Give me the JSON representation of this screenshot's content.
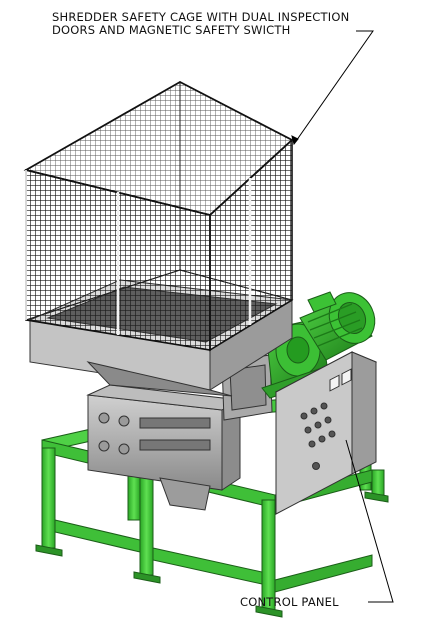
{
  "callouts": {
    "cage_line1": "SHREDDER SAFETY CAGE WITH DUAL INSPECTION",
    "cage_line2": "DOORS AND MAGNETIC SAFETY SWICTH",
    "control_panel": "CONTROL PANEL"
  },
  "colors": {
    "frame_green": "#3fc43a",
    "frame_green_dark": "#1f7d1c",
    "motor_green": "#2f9e2a",
    "steel_gray": "#b9b9b9",
    "steel_dark": "#6f6f6f",
    "panel_gray": "#c8c8c8",
    "mesh": "#1a1a1a",
    "leader": "#000000"
  },
  "icons": [
    "shredder-cage-mesh",
    "hopper",
    "motor",
    "gearbox",
    "control-panel",
    "steel-frame"
  ]
}
